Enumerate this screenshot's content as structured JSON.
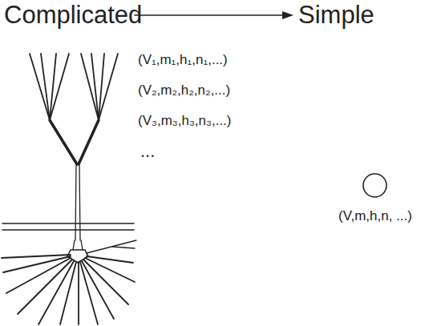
{
  "diagram": {
    "nodes": [
      {
        "text": [
          "(V,m,h,n, ...)"
        ]
      }
    ],
    "labels": [
      "Complicated",
      "Simple",
      "(V₁,m₁,h₁,n₁,...)",
      "(V₂,m₂,h₂,n₂,...)",
      "(V₃,m₃,h₃,n₃,...)",
      "..."
    ]
  }
}
